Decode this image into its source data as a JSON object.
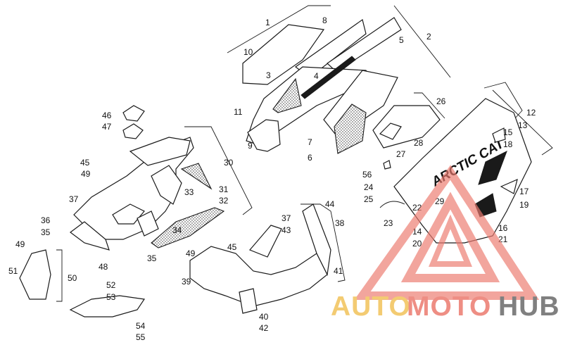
{
  "callouts": [
    {
      "n": "1"
    },
    {
      "n": "2"
    },
    {
      "n": "3"
    },
    {
      "n": "4"
    },
    {
      "n": "5"
    },
    {
      "n": "6"
    },
    {
      "n": "7"
    },
    {
      "n": "8"
    },
    {
      "n": "9"
    },
    {
      "n": "10"
    },
    {
      "n": "11"
    },
    {
      "n": "12"
    },
    {
      "n": "13"
    },
    {
      "n": "14"
    },
    {
      "n": "15"
    },
    {
      "n": "16"
    },
    {
      "n": "17"
    },
    {
      "n": "18"
    },
    {
      "n": "19"
    },
    {
      "n": "20"
    },
    {
      "n": "21"
    },
    {
      "n": "22"
    },
    {
      "n": "23"
    },
    {
      "n": "24"
    },
    {
      "n": "25"
    },
    {
      "n": "26"
    },
    {
      "n": "27"
    },
    {
      "n": "28"
    },
    {
      "n": "29"
    },
    {
      "n": "30"
    },
    {
      "n": "31"
    },
    {
      "n": "32"
    },
    {
      "n": "33"
    },
    {
      "n": "34"
    },
    {
      "n": "35"
    },
    {
      "n": "35"
    },
    {
      "n": "36"
    },
    {
      "n": "37"
    },
    {
      "n": "37"
    },
    {
      "n": "38"
    },
    {
      "n": "39"
    },
    {
      "n": "40"
    },
    {
      "n": "41"
    },
    {
      "n": "42"
    },
    {
      "n": "43"
    },
    {
      "n": "44"
    },
    {
      "n": "45"
    },
    {
      "n": "45"
    },
    {
      "n": "46"
    },
    {
      "n": "47"
    },
    {
      "n": "48"
    },
    {
      "n": "49"
    },
    {
      "n": "49"
    },
    {
      "n": "49"
    },
    {
      "n": "50"
    },
    {
      "n": "51"
    },
    {
      "n": "52"
    },
    {
      "n": "53"
    },
    {
      "n": "54"
    },
    {
      "n": "55"
    },
    {
      "n": "56"
    }
  ],
  "decal_text": "ARCTIC CAT",
  "watermark": {
    "part1": "AUTO",
    "part2": "MOTO",
    "part3": "HUB",
    "color_light": "#f2c35a",
    "color_mid": "#ec7b6f",
    "color_dark": "#6b6b6b"
  }
}
